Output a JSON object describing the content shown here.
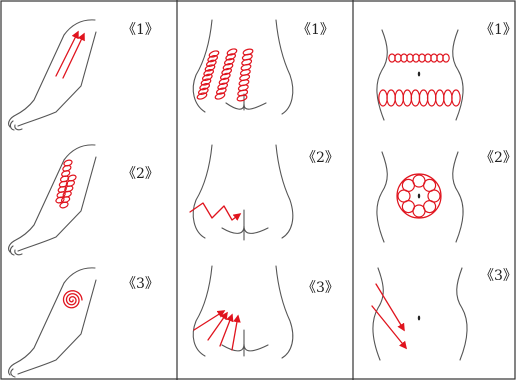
{
  "columns": [
    {
      "id": "arm",
      "panels": [
        {
          "label": "《1》",
          "technique": "straight-arrows"
        },
        {
          "label": "《2》",
          "technique": "spiral-coils"
        },
        {
          "label": "《3》",
          "technique": "circular-spiral"
        }
      ]
    },
    {
      "id": "lower-back",
      "panels": [
        {
          "label": "《1》",
          "technique": "spiral-coil-columns"
        },
        {
          "label": "《2》",
          "technique": "zigzag-arrow"
        },
        {
          "label": "《3》",
          "technique": "diagonal-arrows"
        }
      ]
    },
    {
      "id": "abdomen",
      "panels": [
        {
          "label": "《1》",
          "technique": "horizontal-coil-bands"
        },
        {
          "label": "《2》",
          "technique": "circular-loops-around-navel"
        },
        {
          "label": "《3》",
          "technique": "diagonal-arrows"
        }
      ]
    }
  ],
  "colors": {
    "stroke_red": "#e0141e",
    "outline": "#555555",
    "divider": "#333333",
    "background": "#ffffff"
  }
}
